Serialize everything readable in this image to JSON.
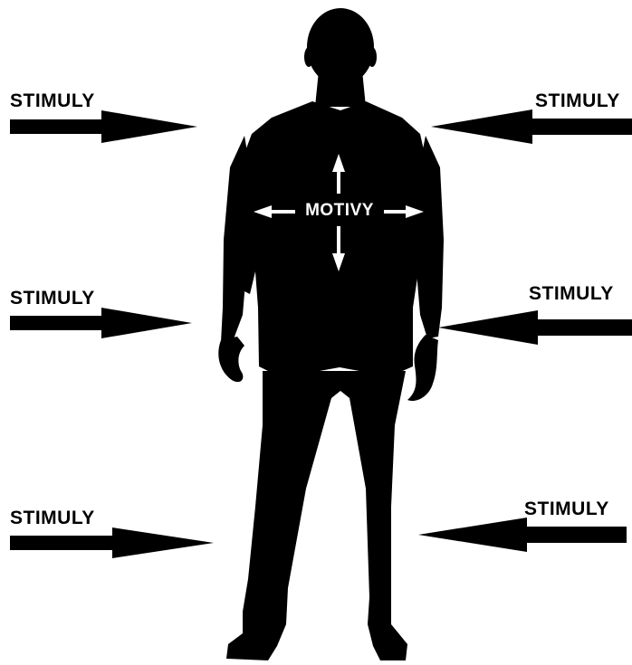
{
  "diagram": {
    "center_label": "MOTIVY",
    "stimuli": [
      {
        "id": "left-top",
        "label": "STIMULY"
      },
      {
        "id": "right-top",
        "label": "STIMULY"
      },
      {
        "id": "left-middle",
        "label": "STIMULY"
      },
      {
        "id": "right-middle",
        "label": "STIMULY"
      },
      {
        "id": "left-bottom",
        "label": "STIMULY"
      },
      {
        "id": "right-bottom",
        "label": "STIMULY"
      }
    ],
    "colors": {
      "background": "#ffffff",
      "silhouette": "#000000",
      "arrow": "#000000",
      "center_text": "#ffffff"
    },
    "icons": [
      "person-silhouette-icon",
      "arrow-right-icon",
      "arrow-left-icon",
      "four-way-arrow-icon"
    ]
  }
}
